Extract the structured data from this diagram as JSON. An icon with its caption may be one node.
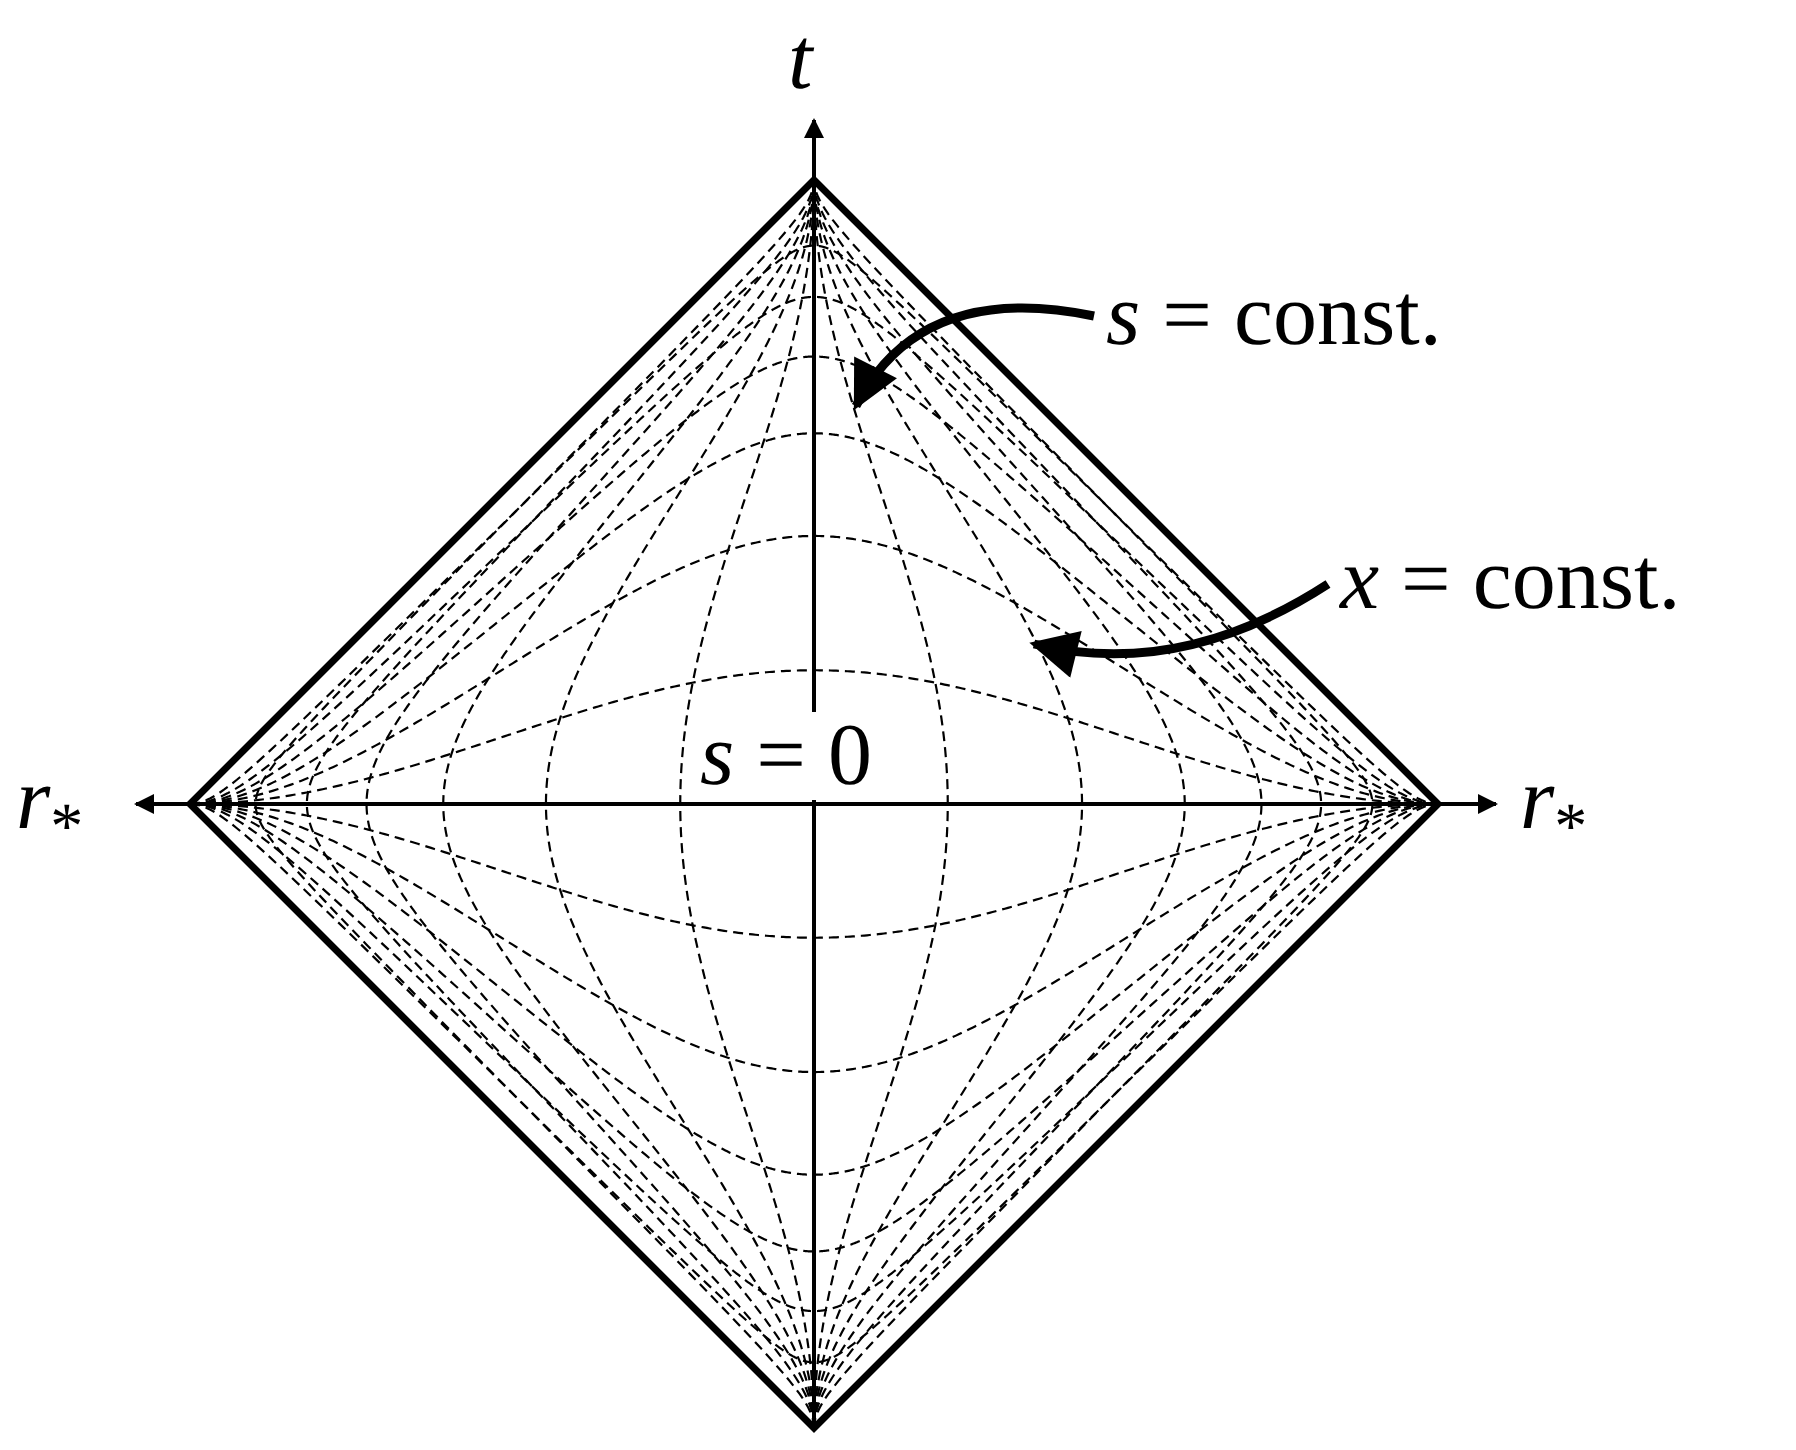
{
  "diagram": {
    "nodes": [
      {
        "text": [
          "*s* = const."
        ]
      },
      {
        "text": [
          "*x* = const."
        ]
      }
    ],
    "edges": [
      {
        "from": 0,
        "to": null,
        "arrow": "to"
      },
      {
        "from": 1,
        "to": null,
        "arrow": "to"
      }
    ],
    "labels": [
      "*t*",
      "*r*$_{*}$",
      "*r*$_{*}$",
      "*s* = 0"
    ]
  }
}
